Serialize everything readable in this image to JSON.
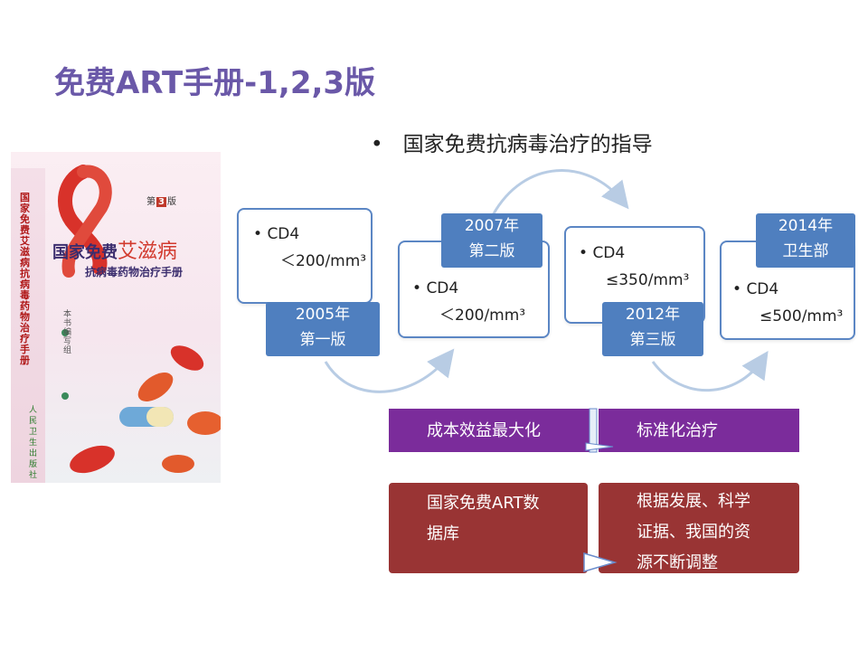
{
  "title": "免费ART手册-1,2,3版",
  "subtitle": "国家免费抗病毒治疗的指导",
  "book": {
    "edition_prefix": "第",
    "edition_num": "3",
    "edition_suffix": "版",
    "title_prefix": "国家免费",
    "title_main": "艾滋病",
    "title_sub": "抗病毒药物治疗手册",
    "spine_text": "国家免费艾滋病抗病毒药物治疗手册",
    "author": "本书编写组",
    "publisher": "人民卫生出版社"
  },
  "timeline": [
    {
      "cd4_label": "CD4",
      "cd4_value": "＜200/mm³",
      "year": "2005年",
      "edition": "第一版"
    },
    {
      "cd4_label": "CD4",
      "cd4_value": "＜200/mm³",
      "year": "2007年",
      "edition": "第二版"
    },
    {
      "cd4_label": "CD4",
      "cd4_value": "≤350/mm³",
      "year": "2012年",
      "edition": "第三版"
    },
    {
      "cd4_label": "CD4",
      "cd4_value": "≤500/mm³",
      "year": "2014年",
      "edition": "卫生部"
    }
  ],
  "bars": {
    "purple_left": "成本效益最大化",
    "purple_right": "标准化治疗",
    "red_left_line1": "国家免费ART数",
    "red_left_line2": "据库",
    "red_right_line1": "根据发展、科学",
    "red_right_line2": "证据、我国的资",
    "red_right_line3": "源不断调整"
  },
  "colors": {
    "title": "#6a58a8",
    "box_border": "#5b86c4",
    "label_blue": "#4f7fbf",
    "purple_bar": "#7b2c9b",
    "red_bar": "#993434",
    "arc": "#b8cce4"
  }
}
